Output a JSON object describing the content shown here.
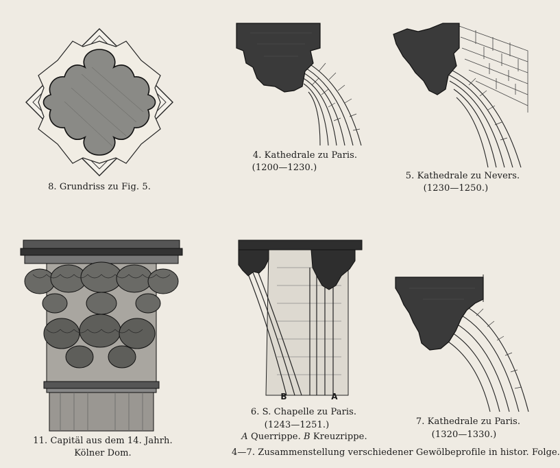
{
  "figures": {
    "fig8": {
      "caption": "8. Grundriss zu Fig. 5."
    },
    "fig4": {
      "caption": "4. Kathedrale zu Paris.",
      "dates": "(1200—1230.)"
    },
    "fig5": {
      "caption": "5. Kathedrale zu Nevers.",
      "dates": "(1230—1250.)"
    },
    "fig11": {
      "caption": "11. Capitäl aus dem 14. Jahrh.",
      "subcaption": "Kölner Dom."
    },
    "fig6": {
      "caption": "6. S. Chapelle zu Paris.",
      "dates": "(1243—1251.)",
      "label_b": "B",
      "label_a": "A",
      "legend_a_letter": "A",
      "legend_a_text": "Querrippe.",
      "legend_b_letter": "B",
      "legend_b_text": "Kreuzrippe."
    },
    "fig7": {
      "caption": "7. Kathedrale zu Paris.",
      "dates": "(1320—1330.)"
    }
  },
  "footer": {
    "caption": "4—7. Zusammenstellung verschiedener Gewölbeprofile in histor. Folge."
  },
  "colors": {
    "paper": "#efebe3",
    "ink": "#1a1a1a",
    "dark_fill": "#3a3a3a",
    "mid_fill": "#777777"
  }
}
